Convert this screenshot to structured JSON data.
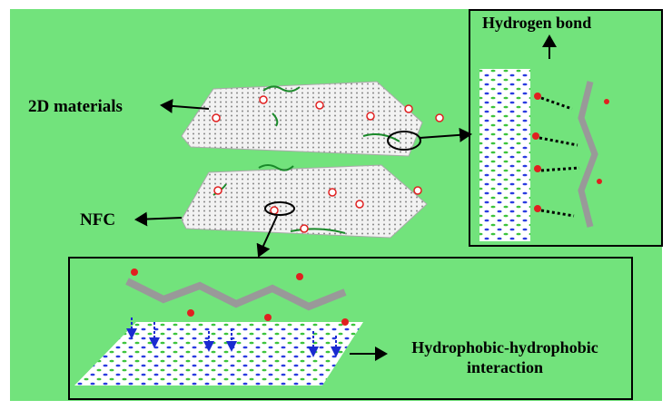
{
  "labels": {
    "materials": "2D materials",
    "nfc": "NFC",
    "hydrogen_bond": "Hydrogen bond",
    "hydrophobic_line1": "Hydrophobic-hydrophobic",
    "hydrophobic_line2": "interaction"
  },
  "colors": {
    "background": "#72e37c",
    "sheet": "#e8e8e8",
    "charge": "#e02020",
    "nitrogen": "#1a2bd0",
    "boron": "#3cc43c",
    "fiber": "#1a8a2a"
  }
}
